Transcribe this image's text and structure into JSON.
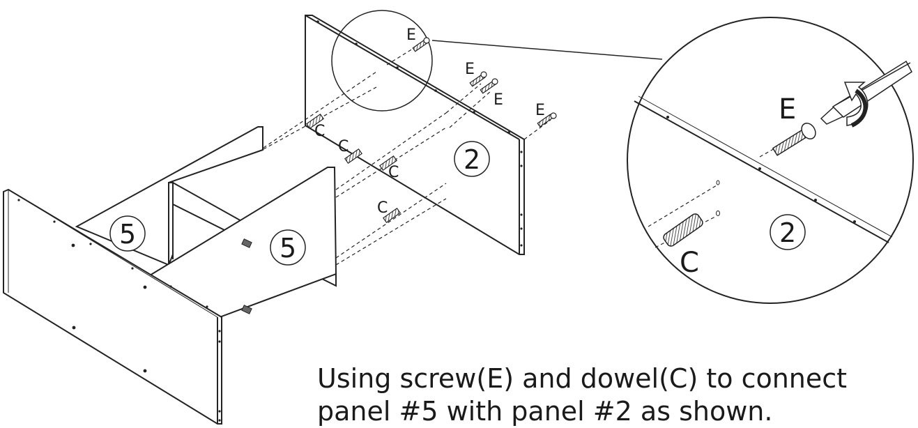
{
  "labels": {
    "screw": "E",
    "dowel": "C",
    "panel_back": "2",
    "panel_divider": "5",
    "panel_front": "5",
    "detail_screw": "E",
    "detail_dowel": "C",
    "detail_panel": "2"
  },
  "caption": {
    "line1": "Using screw(E) and dowel(C) to connect",
    "line2": "panel #5 with panel #2 as shown."
  }
}
